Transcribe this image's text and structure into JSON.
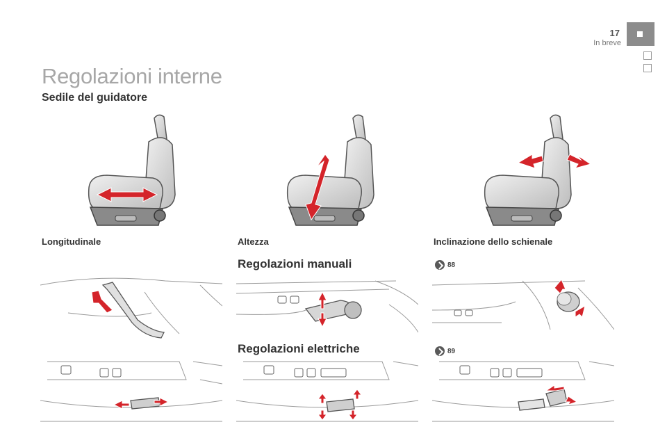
{
  "page": {
    "number": "17",
    "section": "In breve"
  },
  "title": "Regolazioni interne",
  "subtitle": "Sedile del guidatore",
  "seat_captions": {
    "longitudinal": "Longitudinale",
    "height": "Altezza",
    "recline": "Inclinazione dello schienale"
  },
  "manual": {
    "heading": "Regolazioni manuali",
    "page_ref": "88"
  },
  "electric": {
    "heading": "Regolazioni elettriche",
    "page_ref": "89"
  },
  "colors": {
    "arrow_red": "#d4242a",
    "title_gray": "#a7a7a7",
    "tab_gray": "#8c8c8c"
  },
  "icons": {
    "page_ref": "chevron-right-circle-icon"
  }
}
